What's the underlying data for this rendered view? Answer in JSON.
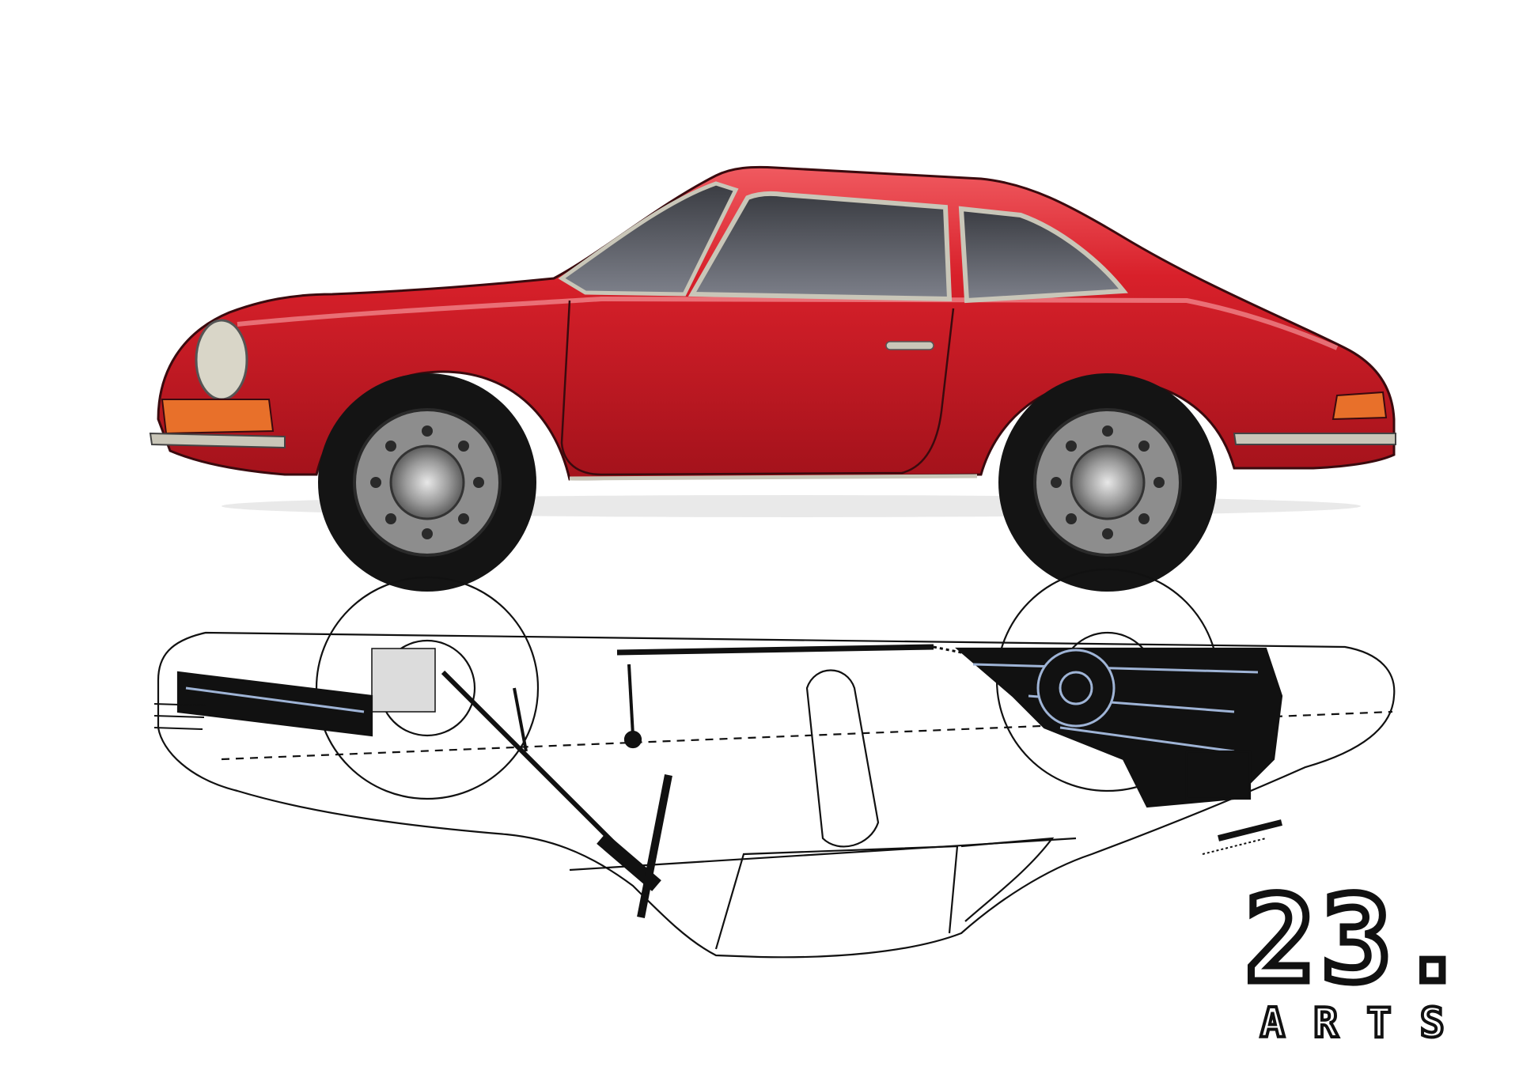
{
  "artwork": {
    "colors": {
      "paint": "#d8202a",
      "paint_dark": "#a3121b",
      "paint_light": "#f05a60",
      "glass": "#5e6169",
      "chrome": "#c9c6b8",
      "tyre": "#141414",
      "ink": "#111111",
      "indicator": "#e8702a"
    },
    "icons": [
      "red-coupe-illustration",
      "xray-cutaway-illustration"
    ]
  },
  "logo": {
    "number": "23.",
    "word": "ARTS"
  }
}
